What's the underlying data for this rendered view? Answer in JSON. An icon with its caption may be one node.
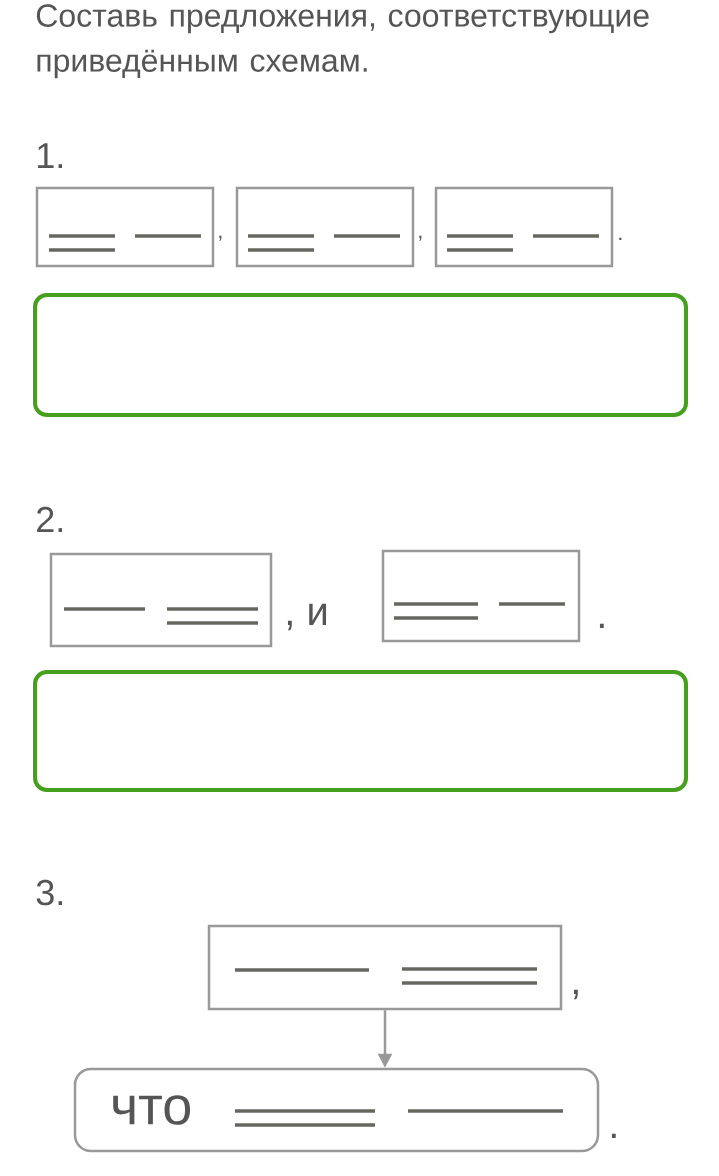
{
  "diagram": {
    "title": "Составь предложения, соответствующие приведённым схемам.",
    "nodes": [
      {
        "text": [],
        "shape": "box"
      },
      {
        "text": [],
        "shape": "box"
      },
      {
        "text": [],
        "shape": "box"
      },
      {
        "text": [],
        "shape": "box"
      },
      {
        "text": [],
        "shape": "box"
      },
      {
        "text": [],
        "shape": "box"
      },
      {
        "text": [
          "что"
        ]
      }
    ],
    "edges": [
      {
        "from": 5,
        "to": 6,
        "arrow": "to"
      }
    ],
    "labels": [
      "1.",
      ",",
      ",",
      ".",
      "2.",
      ", и",
      ".",
      "3.",
      ",",
      "."
    ]
  }
}
